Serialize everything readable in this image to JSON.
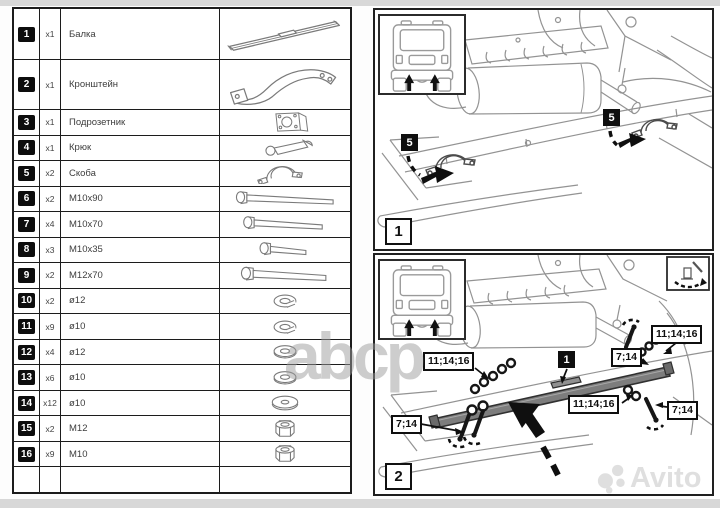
{
  "watermarks": {
    "center_logo": "abcp",
    "marketplace_logo": "Avito"
  },
  "parts_table": {
    "rows": [
      {
        "num": "1",
        "qty": "x1",
        "name": "Балка",
        "glyph": "beam"
      },
      {
        "num": "2",
        "qty": "x1",
        "name": "Кронштейн",
        "glyph": "bracket"
      },
      {
        "num": "3",
        "qty": "x1",
        "name": "Подрозетник",
        "glyph": "socket-plate"
      },
      {
        "num": "4",
        "qty": "x1",
        "name": "Крюк",
        "glyph": "hook"
      },
      {
        "num": "5",
        "qty": "x2",
        "name": "Скоба",
        "glyph": "clamp"
      },
      {
        "num": "6",
        "qty": "x2",
        "name": "M10x90",
        "glyph": "bolt-long"
      },
      {
        "num": "7",
        "qty": "x4",
        "name": "M10x70",
        "glyph": "bolt-medium"
      },
      {
        "num": "8",
        "qty": "x3",
        "name": "M10x35",
        "glyph": "bolt-short"
      },
      {
        "num": "9",
        "qty": "x2",
        "name": "M12x70",
        "glyph": "bolt-thick"
      },
      {
        "num": "10",
        "qty": "x2",
        "name": "ø12",
        "glyph": "spring-washer"
      },
      {
        "num": "11",
        "qty": "x9",
        "name": "ø10",
        "glyph": "spring-washer"
      },
      {
        "num": "12",
        "qty": "x4",
        "name": "ø12",
        "glyph": "flat-washer"
      },
      {
        "num": "13",
        "qty": "x6",
        "name": "ø10",
        "glyph": "flat-washer"
      },
      {
        "num": "14",
        "qty": "x12",
        "name": "ø10",
        "glyph": "flat-washer-large"
      },
      {
        "num": "15",
        "qty": "x2",
        "name": "M12",
        "glyph": "nut"
      },
      {
        "num": "16",
        "qty": "x9",
        "name": "M10",
        "glyph": "nut"
      }
    ]
  },
  "step1": {
    "number": "1",
    "clamp_callout": "5"
  },
  "step2": {
    "number": "2",
    "beam_callout": "1",
    "washer_callout": "11;14;16",
    "bolt_callout": "7;14"
  }
}
